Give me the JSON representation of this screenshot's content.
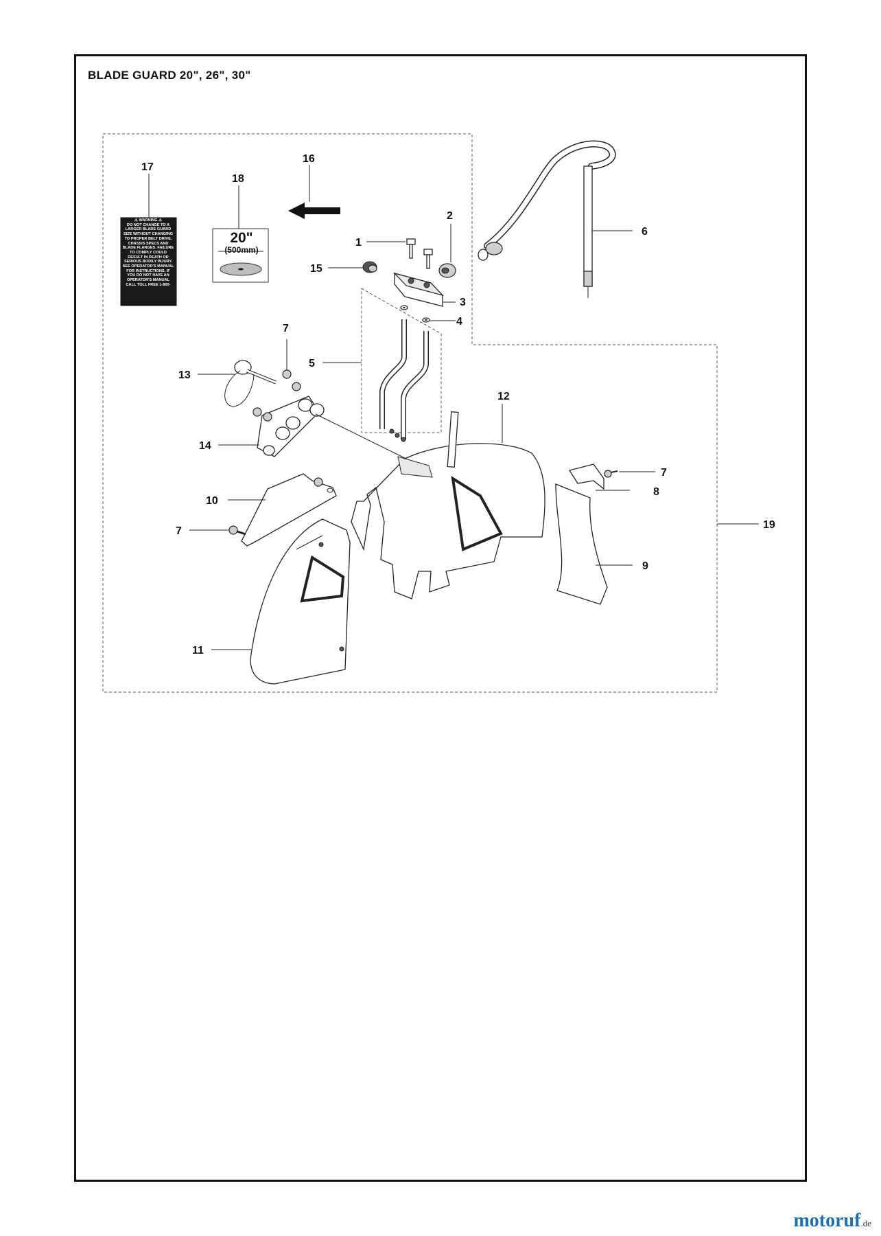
{
  "title": "BLADE GUARD 20\", 26\", 30\"",
  "callouts": [
    "1",
    "2",
    "3",
    "4",
    "5",
    "6",
    "7",
    "7",
    "7",
    "7",
    "8",
    "9",
    "10",
    "11",
    "12",
    "13",
    "14",
    "15",
    "16",
    "17",
    "18",
    "19"
  ],
  "decal": {
    "heading": "⚠ WARNING ⚠",
    "text": "DO NOT CHANGE TO A LARGER BLADE GUARD SIZE WITHOUT CHANGING TO PROPER BELT DRIVE, CHASSIS SPECS AND BLADE FLANGES. FAILURE TO COMPLY COULD RESULT IN DEATH OR SERIOUS BODILY INJURY. SEE OPERATOR'S MANUAL FOR INSTRUCTIONS. IF YOU DO NOT HAVE AN OPERATOR'S MANUAL CALL TOLL FREE 1-800-"
  },
  "wheel_label": {
    "size": "20\"",
    "metric": "(500mm)"
  },
  "brand": {
    "name": "motoruf",
    "tld": ".de"
  },
  "colors": {
    "ink": "#111111",
    "brand": "#1b6fb3",
    "decal_bg": "#1a1a1a"
  }
}
